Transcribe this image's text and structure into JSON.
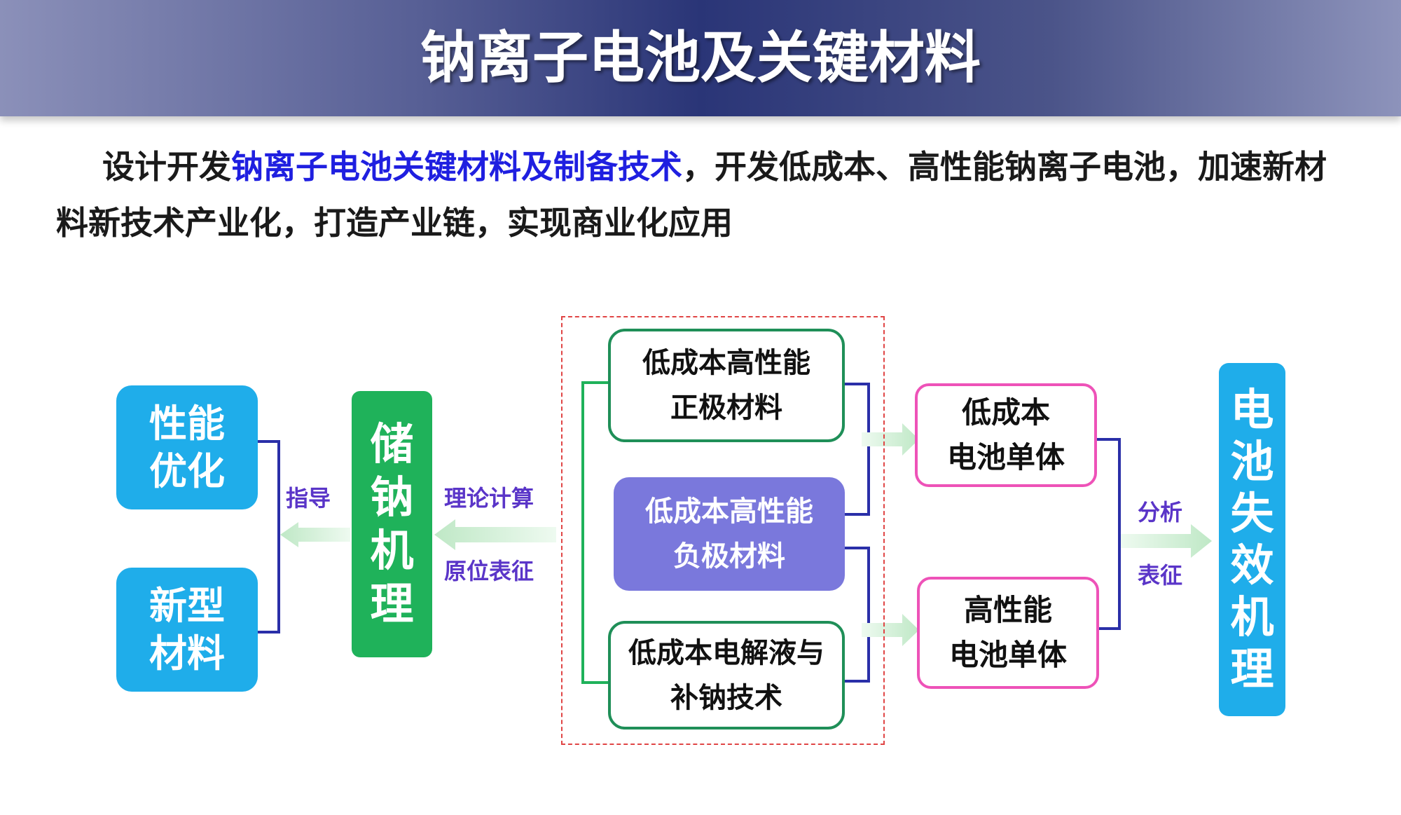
{
  "title": "钠离子电池及关键材料",
  "intro": {
    "lead": "设计开发",
    "highlight": "钠离子电池关键材料及制备技术",
    "rest": "，开发低成本、高性能钠离子电池，加速新材料新技术产业化，打造产业链，实现商业化应用"
  },
  "diagram": {
    "left_boxes": [
      {
        "line1": "性能",
        "line2": "优化"
      },
      {
        "line1": "新型",
        "line2": "材料"
      }
    ],
    "guide_label": "指导",
    "center_left": {
      "chars": [
        "储",
        "钠",
        "机",
        "理"
      ]
    },
    "method_labels": {
      "top": "理论计算",
      "bottom": "原位表征"
    },
    "materials": [
      {
        "line1": "低成本高性能",
        "line2": "正极材料",
        "style": "outline"
      },
      {
        "line1": "低成本高性能",
        "line2": "负极材料",
        "style": "filled"
      },
      {
        "line1": "低成本电解液与",
        "line2": "补钠技术",
        "style": "outline"
      }
    ],
    "cells": [
      {
        "line1": "低成本",
        "line2": "电池单体"
      },
      {
        "line1": "高性能",
        "line2": "电池单体"
      }
    ],
    "analysis_labels": {
      "top": "分析",
      "bottom": "表征"
    },
    "right_box": {
      "chars": [
        "电",
        "池",
        "失",
        "效",
        "机",
        "理"
      ]
    },
    "colors": {
      "cyan": "#1fadea",
      "green": "#1fb25a",
      "dark_green": "#1f8f58",
      "purple": "#7a78dc",
      "pink": "#ee52b8",
      "navy_bracket": "#2a2fa8",
      "label": "#5a35c8",
      "highlight": "#1f1fe0"
    }
  }
}
